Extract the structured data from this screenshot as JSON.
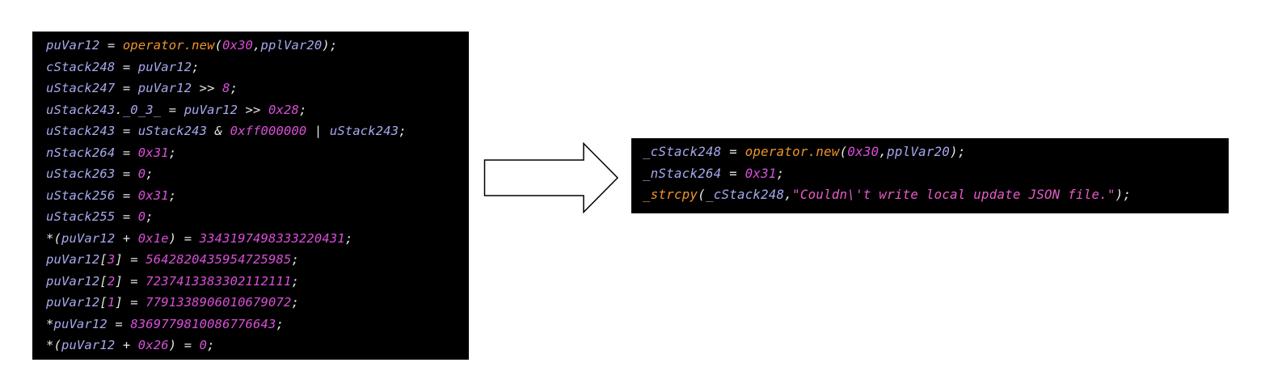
{
  "colors": {
    "variable": "#a8a8f0",
    "operator": "#e6e6e6",
    "number": "#d94fd9",
    "function": "#f0952a",
    "string": "#e85cc8",
    "panel_background": "#000000",
    "page_background": "#ffffff"
  },
  "arrow_icon": "right-arrow-outline",
  "left_code": [
    [
      [
        "var",
        "puVar12"
      ],
      [
        "op",
        " = "
      ],
      [
        "func",
        "operator.new"
      ],
      [
        "op",
        "("
      ],
      [
        "num",
        "0x30"
      ],
      [
        "op",
        ","
      ],
      [
        "var",
        "pplVar20"
      ],
      [
        "op",
        ");"
      ]
    ],
    [
      [
        "var",
        "cStack248"
      ],
      [
        "op",
        " = "
      ],
      [
        "var",
        "puVar12"
      ],
      [
        "op",
        ";"
      ]
    ],
    [
      [
        "var",
        "uStack247"
      ],
      [
        "op",
        " = "
      ],
      [
        "var",
        "puVar12"
      ],
      [
        "op",
        " >> "
      ],
      [
        "num",
        "8"
      ],
      [
        "op",
        ";"
      ]
    ],
    [
      [
        "var",
        "uStack243"
      ],
      [
        "op",
        "."
      ],
      [
        "var",
        "_0_3_"
      ],
      [
        "op",
        " = "
      ],
      [
        "var",
        "puVar12"
      ],
      [
        "op",
        " >> "
      ],
      [
        "num",
        "0x28"
      ],
      [
        "op",
        ";"
      ]
    ],
    [
      [
        "var",
        "uStack243"
      ],
      [
        "op",
        " = "
      ],
      [
        "var",
        "uStack243"
      ],
      [
        "op",
        " & "
      ],
      [
        "num",
        "0xff000000"
      ],
      [
        "op",
        " | "
      ],
      [
        "var",
        "uStack243"
      ],
      [
        "op",
        ";"
      ]
    ],
    [
      [
        "var",
        "nStack264"
      ],
      [
        "op",
        " = "
      ],
      [
        "num",
        "0x31"
      ],
      [
        "op",
        ";"
      ]
    ],
    [
      [
        "var",
        "uStack263"
      ],
      [
        "op",
        " = "
      ],
      [
        "num",
        "0"
      ],
      [
        "op",
        ";"
      ]
    ],
    [
      [
        "var",
        "uStack256"
      ],
      [
        "op",
        " = "
      ],
      [
        "num",
        "0x31"
      ],
      [
        "op",
        ";"
      ]
    ],
    [
      [
        "var",
        "uStack255"
      ],
      [
        "op",
        " = "
      ],
      [
        "num",
        "0"
      ],
      [
        "op",
        ";"
      ]
    ],
    [
      [
        "op",
        "*("
      ],
      [
        "var",
        "puVar12"
      ],
      [
        "op",
        " + "
      ],
      [
        "num",
        "0x1e"
      ],
      [
        "op",
        ") = "
      ],
      [
        "num",
        "3343197498333220431"
      ],
      [
        "op",
        ";"
      ]
    ],
    [
      [
        "var",
        "puVar12"
      ],
      [
        "op",
        "["
      ],
      [
        "num",
        "3"
      ],
      [
        "op",
        "] = "
      ],
      [
        "num",
        "5642820435954725985"
      ],
      [
        "op",
        ";"
      ]
    ],
    [
      [
        "var",
        "puVar12"
      ],
      [
        "op",
        "["
      ],
      [
        "num",
        "2"
      ],
      [
        "op",
        "] = "
      ],
      [
        "num",
        "7237413383302112111"
      ],
      [
        "op",
        ";"
      ]
    ],
    [
      [
        "var",
        "puVar12"
      ],
      [
        "op",
        "["
      ],
      [
        "num",
        "1"
      ],
      [
        "op",
        "] = "
      ],
      [
        "num",
        "7791338906010679072"
      ],
      [
        "op",
        ";"
      ]
    ],
    [
      [
        "op",
        "*"
      ],
      [
        "var",
        "puVar12"
      ],
      [
        "op",
        " = "
      ],
      [
        "num",
        "8369779810086776643"
      ],
      [
        "op",
        ";"
      ]
    ],
    [
      [
        "op",
        "*("
      ],
      [
        "var",
        "puVar12"
      ],
      [
        "op",
        " + "
      ],
      [
        "num",
        "0x26"
      ],
      [
        "op",
        ") = "
      ],
      [
        "num",
        "0"
      ],
      [
        "op",
        ";"
      ]
    ]
  ],
  "right_code": [
    [
      [
        "var",
        "_cStack248"
      ],
      [
        "op",
        " = "
      ],
      [
        "func",
        "operator.new"
      ],
      [
        "op",
        "("
      ],
      [
        "num",
        "0x30"
      ],
      [
        "op",
        ","
      ],
      [
        "var",
        "pplVar20"
      ],
      [
        "op",
        ");"
      ]
    ],
    [
      [
        "var",
        "_nStack264"
      ],
      [
        "op",
        " = "
      ],
      [
        "num",
        "0x31"
      ],
      [
        "op",
        ";"
      ]
    ],
    [
      [
        "func",
        "_strcpy"
      ],
      [
        "op",
        "("
      ],
      [
        "var",
        "_cStack248"
      ],
      [
        "op",
        ","
      ],
      [
        "str",
        "\"Couldn\\'t write local update JSON file.\""
      ],
      [
        "op",
        ");"
      ]
    ]
  ]
}
